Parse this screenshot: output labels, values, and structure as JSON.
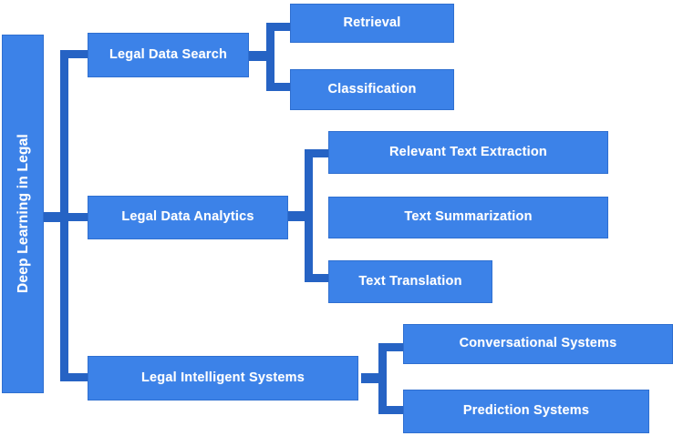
{
  "diagram": {
    "title": "Deep Learning in Legal",
    "type": "hierarchy-tree",
    "orientation": "left-to-right",
    "colors": {
      "node_fill": "#3c82e8",
      "node_border": "#2f6fd0",
      "node_text": "#ffffff",
      "connector": "#2663c4",
      "background": "#ffffff"
    },
    "root": {
      "label": "Deep Learning in Legal",
      "rotated": "-90"
    },
    "branches": [
      {
        "label": "Legal Data Search",
        "children": [
          {
            "label": "Retrieval"
          },
          {
            "label": "Classification"
          }
        ]
      },
      {
        "label": "Legal Data Analytics",
        "children": [
          {
            "label": "Relevant Text Extraction"
          },
          {
            "label": "Text Summarization"
          },
          {
            "label": "Text Translation"
          }
        ]
      },
      {
        "label": "Legal Intelligent Systems",
        "children": [
          {
            "label": "Conversational Systems"
          },
          {
            "label": "Prediction Systems"
          }
        ]
      }
    ]
  }
}
